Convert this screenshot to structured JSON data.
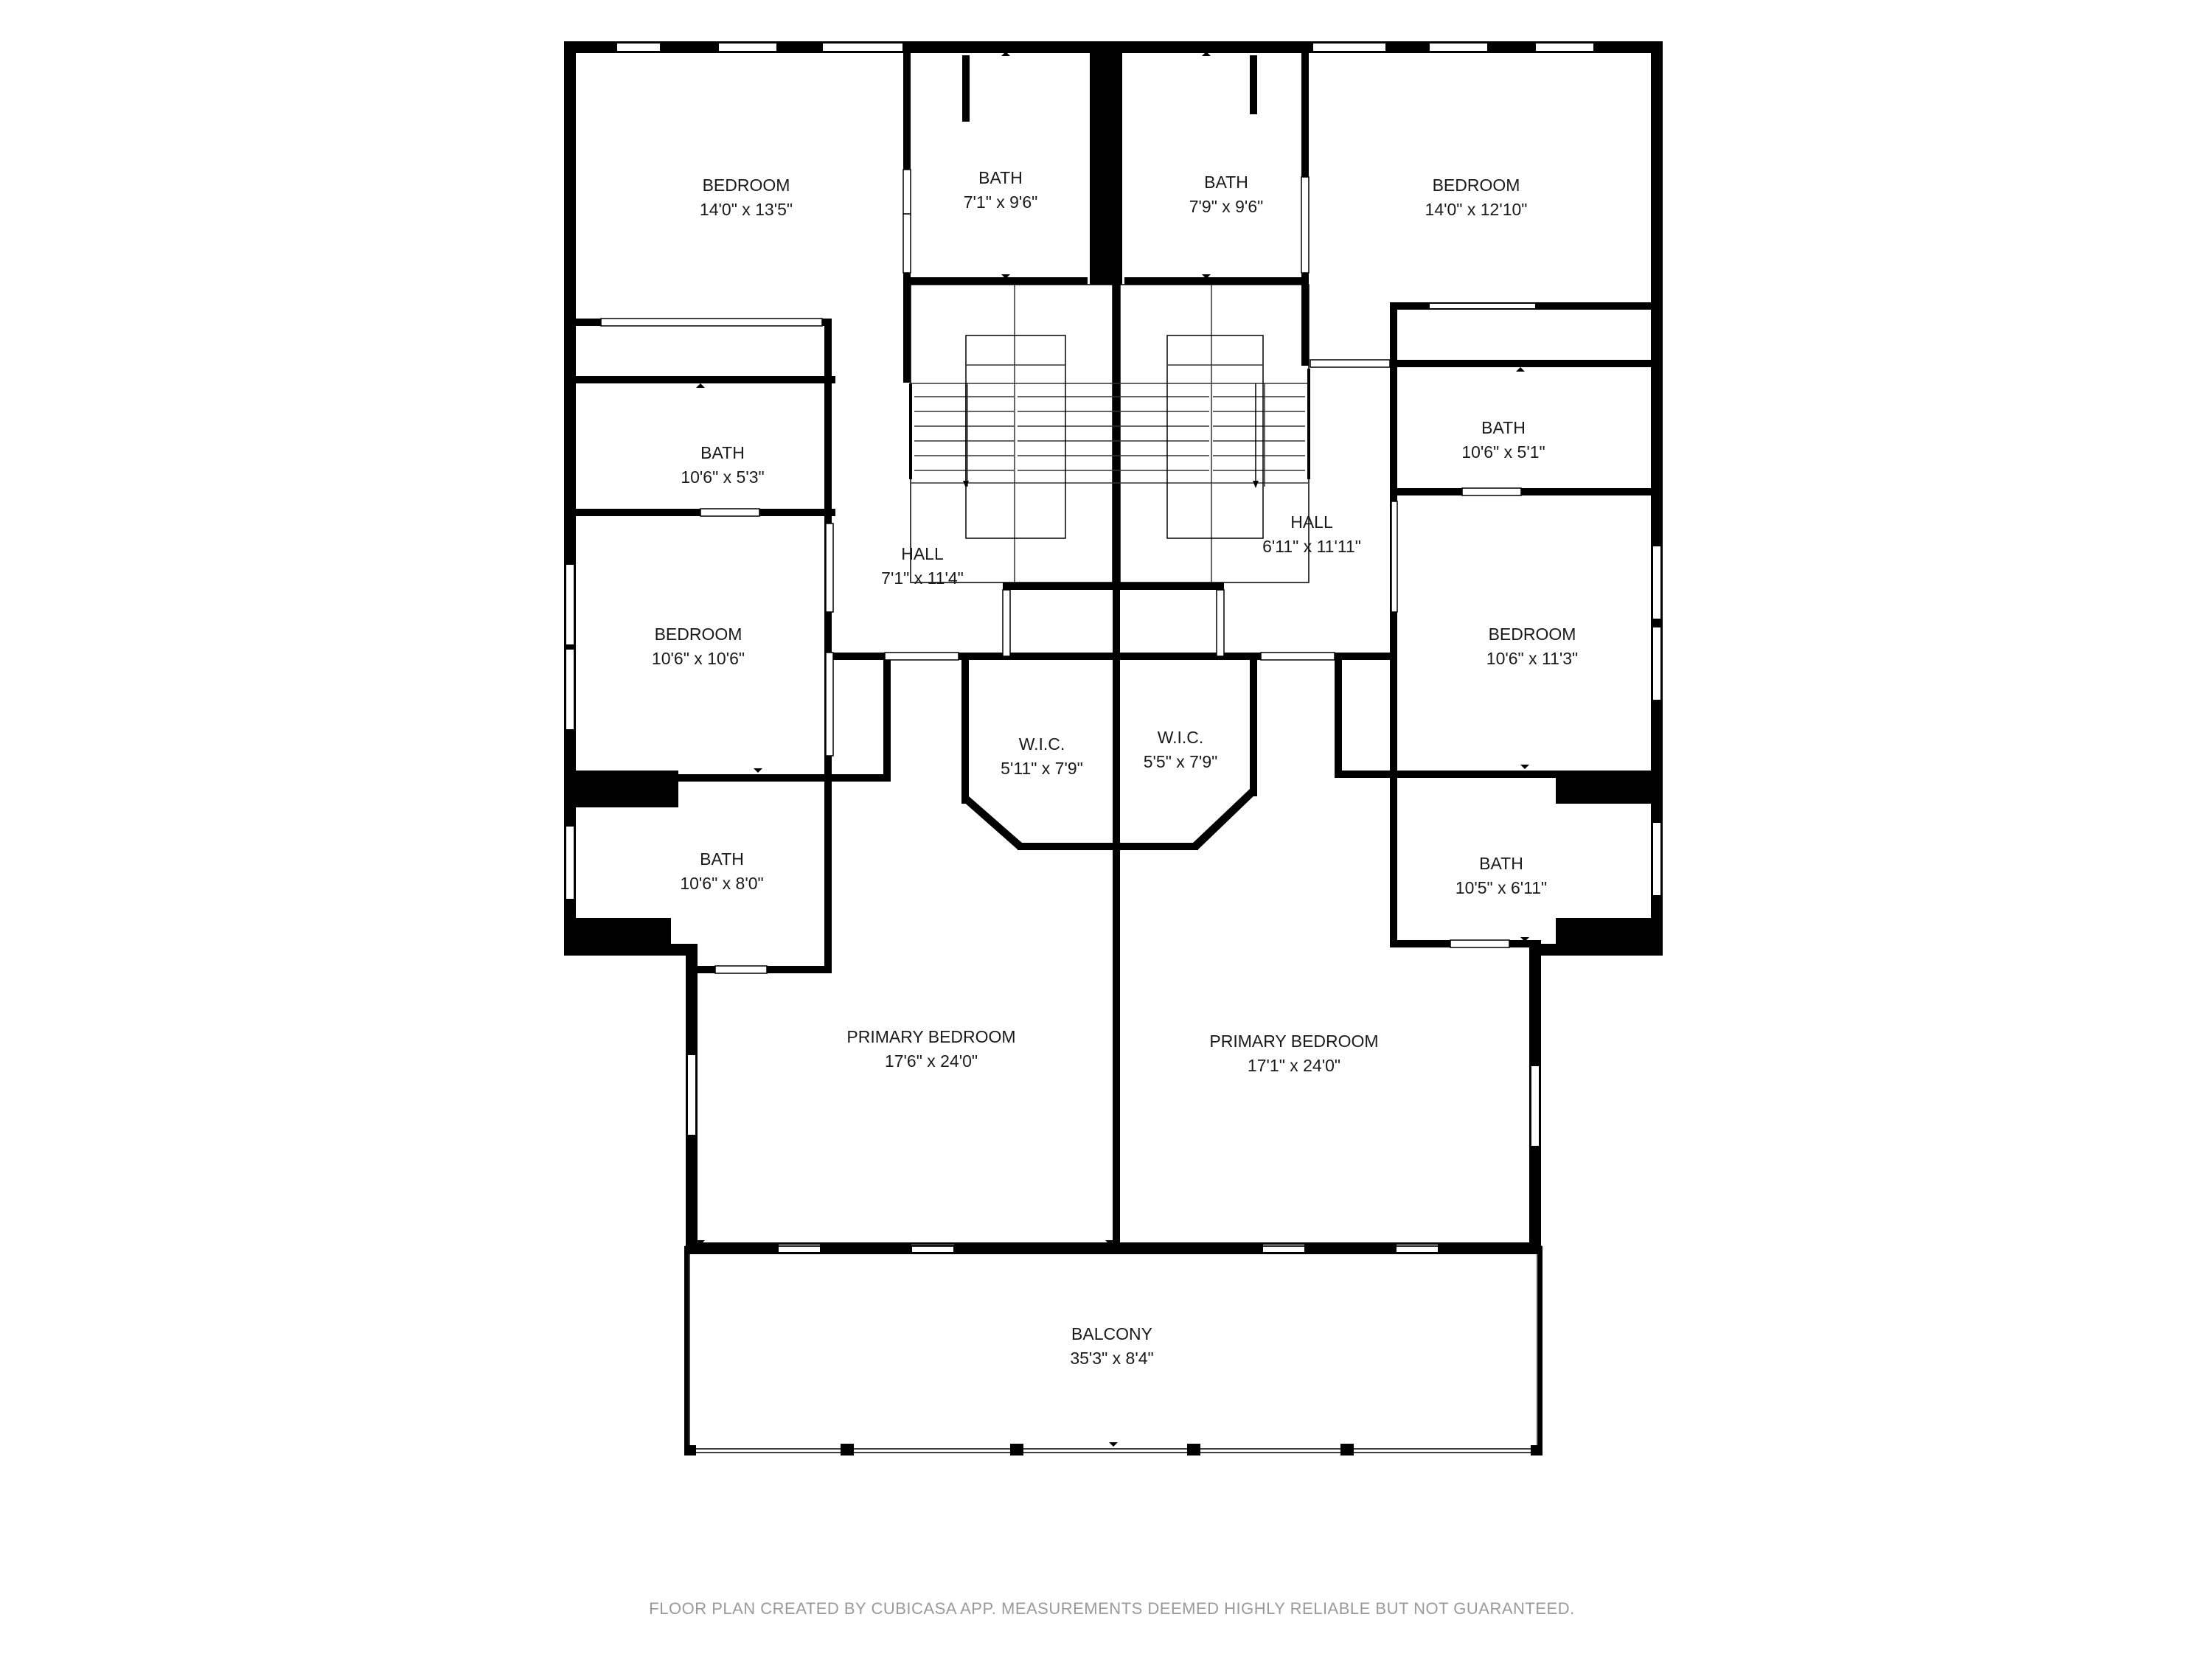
{
  "rooms": {
    "bedroom_nw": {
      "name": "BEDROOM",
      "dims": "14'0\" x 13'5\""
    },
    "bath_n1": {
      "name": "BATH",
      "dims": "7'1\" x 9'6\""
    },
    "bath_n2": {
      "name": "BATH",
      "dims": "7'9\" x 9'6\""
    },
    "bedroom_ne": {
      "name": "BEDROOM",
      "dims": "14'0\" x 12'10\""
    },
    "bath_w1": {
      "name": "BATH",
      "dims": "10'6\" x 5'3\""
    },
    "bath_e1": {
      "name": "BATH",
      "dims": "10'6\" x 5'1\""
    },
    "hall_w": {
      "name": "HALL",
      "dims": "7'1\" x 11'4\""
    },
    "hall_e": {
      "name": "HALL",
      "dims": "6'11\" x 11'11\""
    },
    "bedroom_w": {
      "name": "BEDROOM",
      "dims": "10'6\" x 10'6\""
    },
    "bedroom_e": {
      "name": "BEDROOM",
      "dims": "10'6\" x 11'3\""
    },
    "wic_w": {
      "name": "W.I.C.",
      "dims": "5'11\" x 7'9\""
    },
    "wic_e": {
      "name": "W.I.C.",
      "dims": "5'5\" x 7'9\""
    },
    "bath_w2": {
      "name": "BATH",
      "dims": "10'6\" x 8'0\""
    },
    "bath_e2": {
      "name": "BATH",
      "dims": "10'5\" x 6'11\""
    },
    "primary_w": {
      "name": "PRIMARY BEDROOM",
      "dims": "17'6\" x 24'0\""
    },
    "primary_e": {
      "name": "PRIMARY BEDROOM",
      "dims": "17'1\" x 24'0\""
    },
    "balcony": {
      "name": "BALCONY",
      "dims": "35'3\" x 8'4\""
    }
  },
  "footer": "FLOOR PLAN CREATED BY CUBICASA APP. MEASUREMENTS DEEMED HIGHLY RELIABLE BUT NOT GUARANTEED."
}
